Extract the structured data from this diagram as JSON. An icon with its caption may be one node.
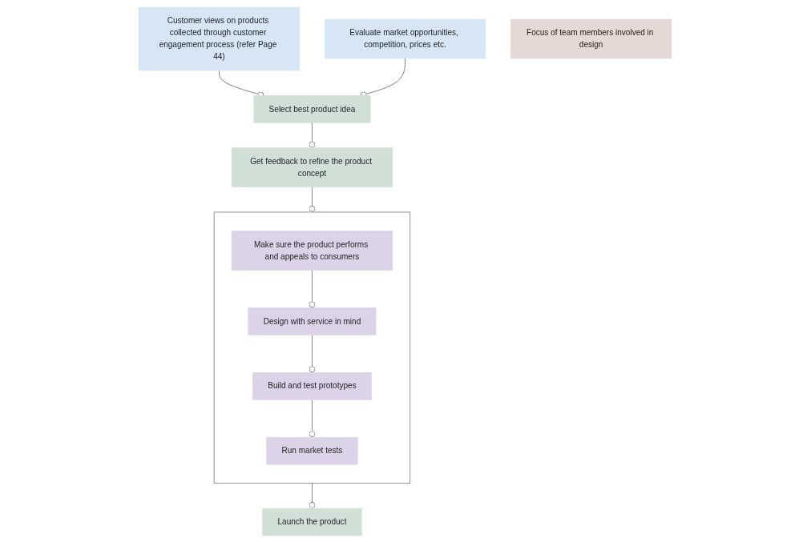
{
  "diagram": {
    "nodes": [
      {
        "text": [
          "Customer views on products collected through customer engagement process (refer Page 44)"
        ]
      },
      {
        "text": [
          "Evaluate market opportunities, competition, prices etc."
        ]
      },
      {
        "text": [
          "Select best product idea"
        ]
      },
      {
        "text": [
          "Get feedback to refine the product concept"
        ]
      },
      {
        "text": [],
        "shape": "box"
      },
      {
        "text": [
          "Make sure the product performs and appeals to consumers"
        ],
        "in": 4
      },
      {
        "text": [
          "Design with service in mind"
        ],
        "in": 4
      },
      {
        "text": [
          "Build and test prototypes"
        ],
        "in": 4
      },
      {
        "text": [
          "Run market tests"
        ],
        "in": 4
      },
      {
        "text": [
          "Launch the product"
        ]
      },
      {
        "text": [
          "Focus of team members involved in design"
        ]
      }
    ],
    "edges": [
      {
        "from": 0,
        "to": 2,
        "arrow": "other"
      },
      {
        "from": 1,
        "to": 2,
        "arrow": "other"
      },
      {
        "from": 2,
        "to": 3,
        "arrow": "other"
      },
      {
        "from": 3,
        "to": 4,
        "arrow": "other"
      },
      {
        "from": 5,
        "to": 6,
        "arrow": "other"
      },
      {
        "from": 6,
        "to": 7,
        "arrow": "other"
      },
      {
        "from": 7,
        "to": 8,
        "arrow": "other"
      },
      {
        "from": 4,
        "to": 9,
        "arrow": "other"
      }
    ]
  }
}
